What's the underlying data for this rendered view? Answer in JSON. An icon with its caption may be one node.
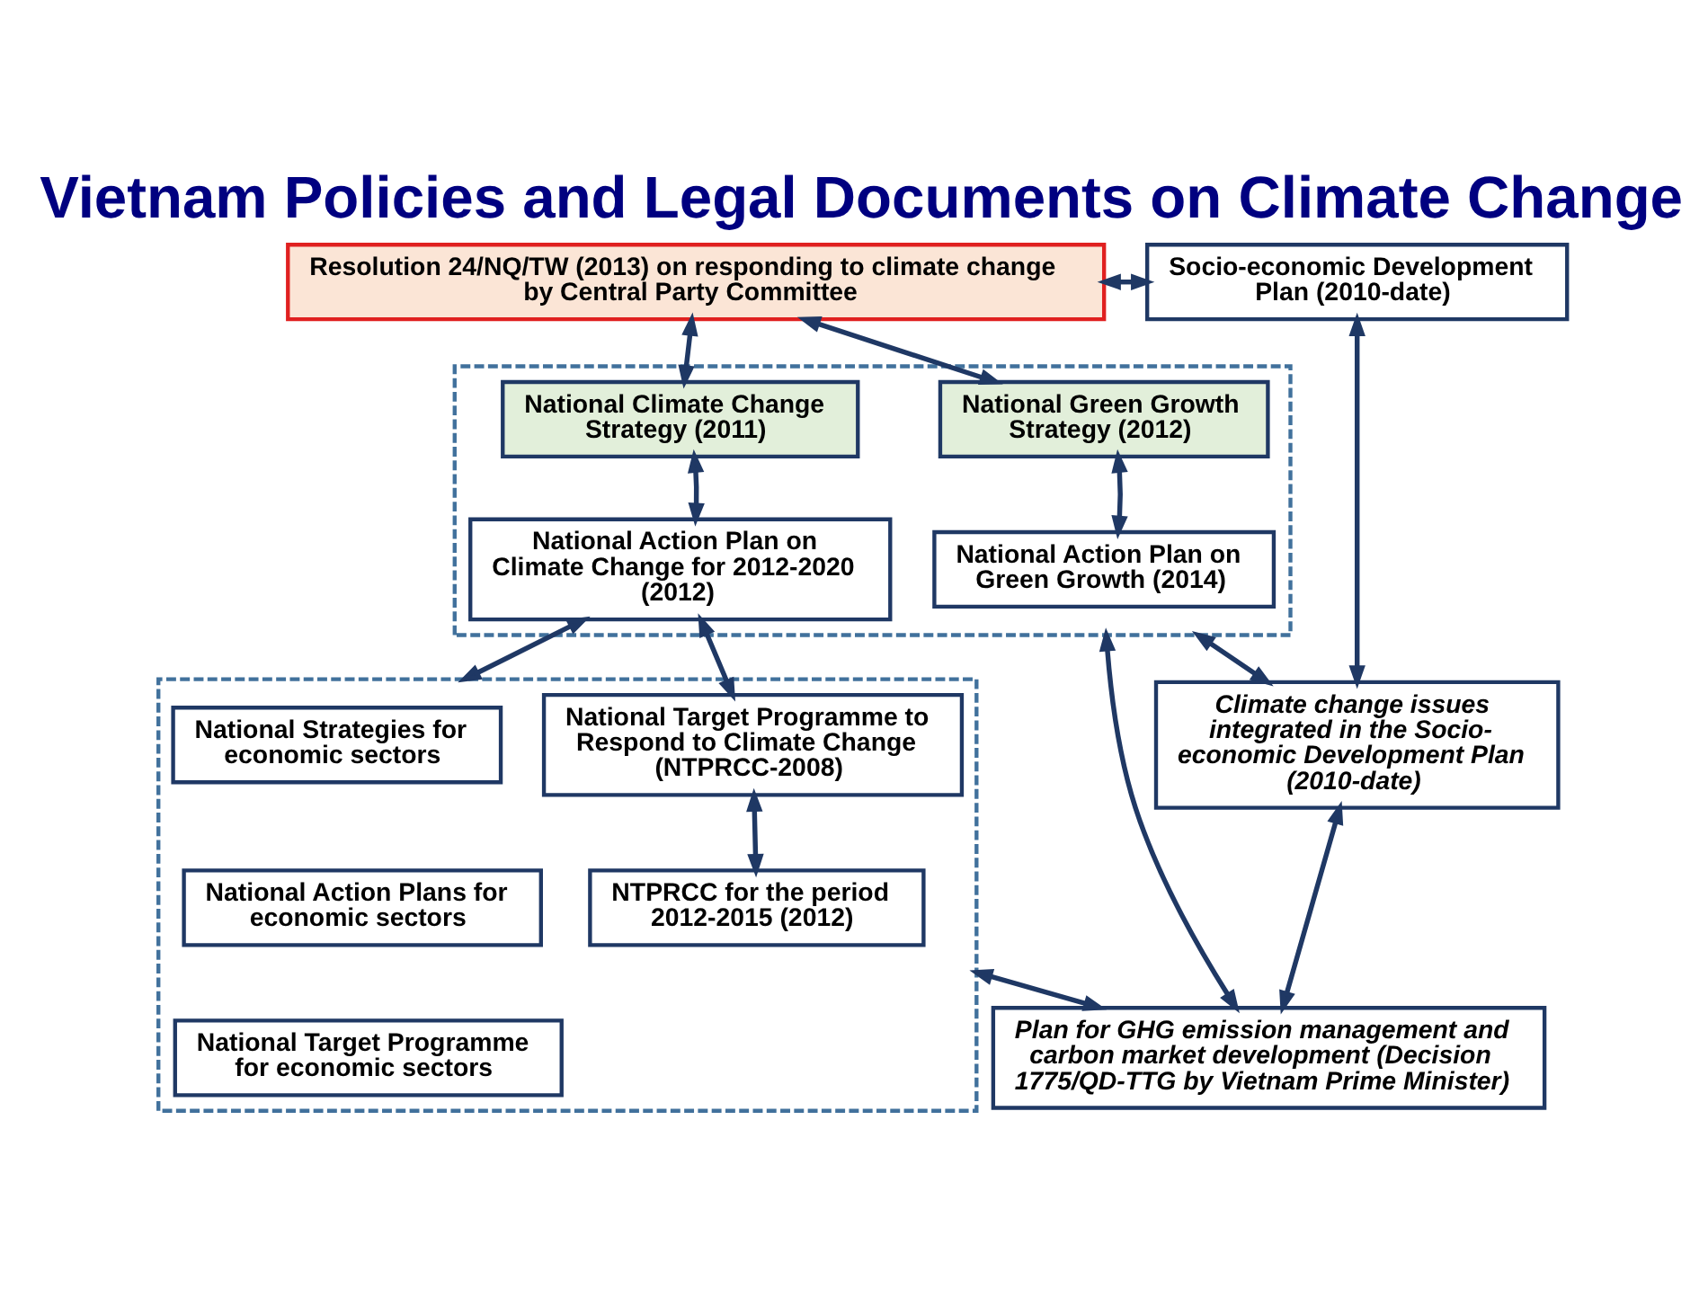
{
  "diagram": {
    "title": "Vietnam Policies and Legal Documents on Climate Change",
    "nodes": [
      {
        "text": [
          "Resolution 24/NQ/TW (2013) on responding to climate change by Central Party Committee"
        ]
      },
      {
        "text": [
          "Socio-economic Development Plan (2010-date)"
        ]
      },
      {
        "text": [],
        "shape": "box"
      },
      {
        "text": [
          "National Climate Change Strategy (2011)"
        ],
        "in": 2
      },
      {
        "text": [
          "National Green Growth Strategy (2012)"
        ],
        "in": 2
      },
      {
        "text": [
          "National Action Plan on Climate Change for 2012-2020 (2012)"
        ],
        "in": 2
      },
      {
        "text": [
          "National Action Plan on Green Growth (2014)"
        ],
        "in": 2
      },
      {
        "text": [
          "Climate change issues integrated in the Socio-economic Development Plan (2010-date)"
        ]
      },
      {
        "text": [],
        "shape": "box"
      },
      {
        "text": [
          "National Strategies for economic sectors"
        ],
        "in": 8
      },
      {
        "text": [
          "National Action Plans for economic sectors"
        ],
        "in": 8
      },
      {
        "text": [
          "National Target Programme for economic sectors"
        ],
        "in": 8
      },
      {
        "text": [
          "National Target Programme to Respond to Climate Change (NTPRCC-2008)"
        ],
        "in": 8
      },
      {
        "text": [
          "NTPRCC for the period 2012-2015 (2012)"
        ],
        "in": 8
      },
      {
        "text": [
          "Plan for GHG emission management and carbon market development (Decision 1775/QD-TTG by Vietnam Prime Minister)"
        ]
      }
    ],
    "edges": [
      {
        "from": 0,
        "to": 1,
        "arrow": "both"
      },
      {
        "from": 0,
        "to": 3,
        "arrow": "both"
      },
      {
        "from": 0,
        "to": 4,
        "arrow": "both"
      },
      {
        "from": 3,
        "to": 5,
        "arrow": "both"
      },
      {
        "from": 4,
        "to": 6,
        "arrow": "both"
      },
      {
        "from": 1,
        "to": 7,
        "arrow": "both"
      },
      {
        "from": 2,
        "to": 7,
        "arrow": "both"
      },
      {
        "from": 5,
        "to": 8,
        "arrow": "both"
      },
      {
        "from": 5,
        "to": 12,
        "arrow": "both"
      },
      {
        "from": 2,
        "to": 14,
        "arrow": "both"
      },
      {
        "from": 7,
        "to": 14,
        "arrow": "both"
      },
      {
        "from": 12,
        "to": 13,
        "arrow": "both"
      },
      {
        "from": 8,
        "to": 14,
        "arrow": "both"
      }
    ]
  }
}
